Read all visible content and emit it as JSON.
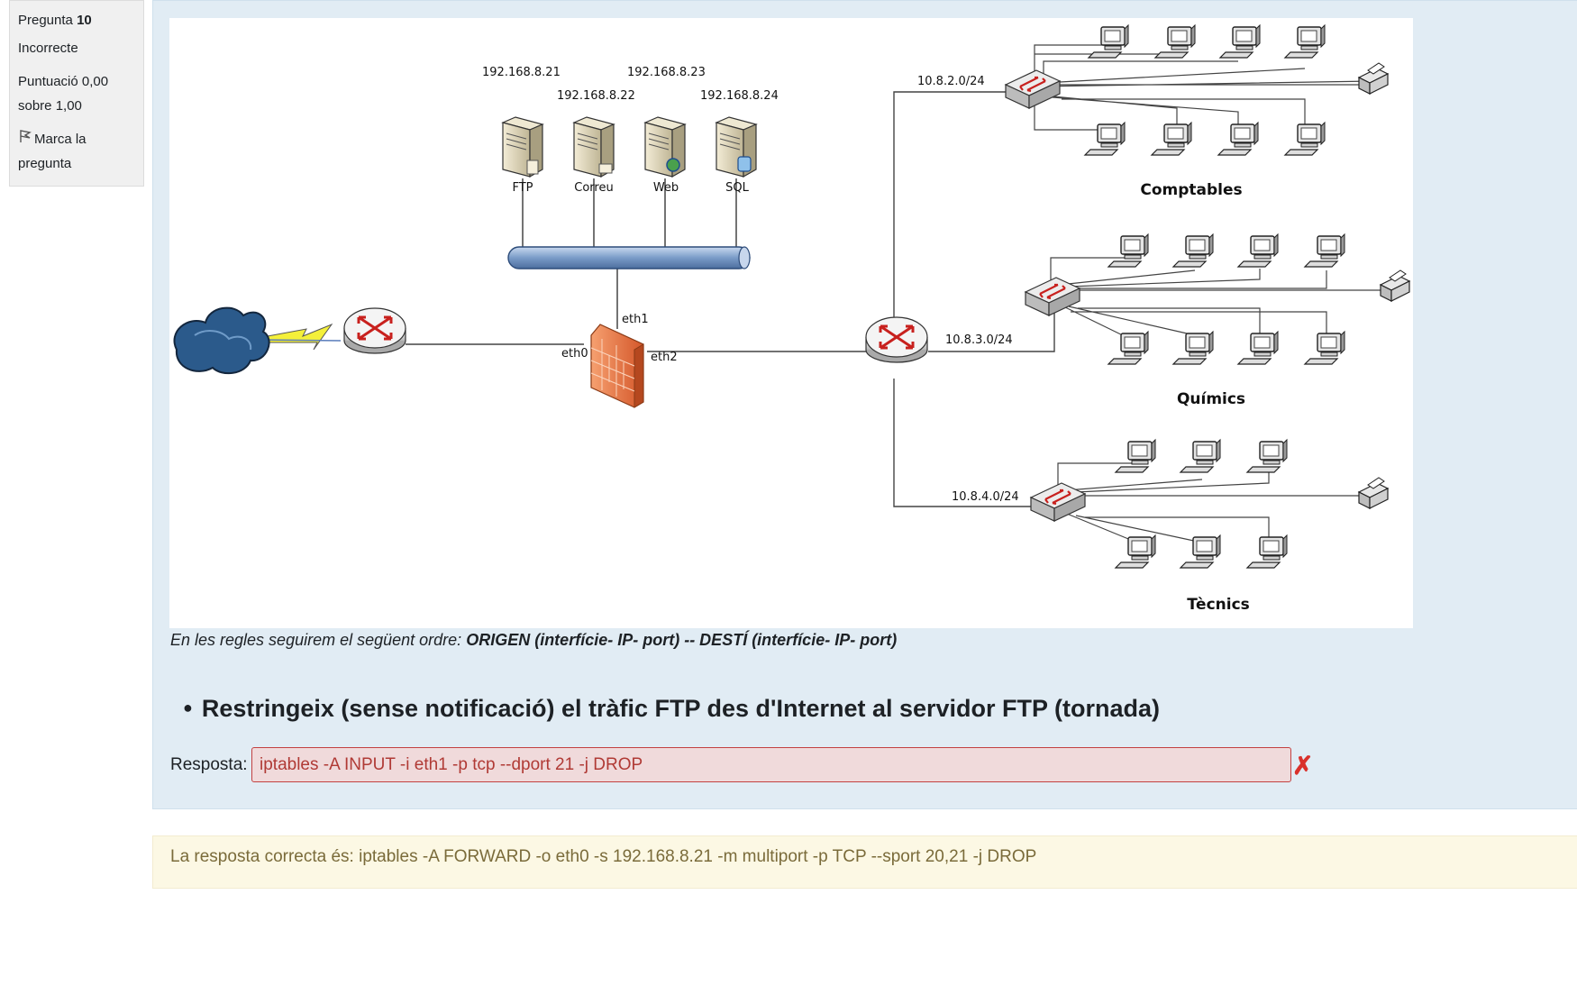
{
  "question": {
    "label": "Pregunta",
    "number": "10",
    "state": "Incorrecte",
    "grade_line1": "Puntuació 0,00",
    "grade_line2": "sobre 1,00",
    "flag_line1": "Marca la",
    "flag_line2": "pregunta"
  },
  "diagram": {
    "server_ips": [
      "192.168.8.21",
      "192.168.8.22",
      "192.168.8.23",
      "192.168.8.24"
    ],
    "server_names": [
      "FTP",
      "Correu",
      "Web",
      "SQL"
    ],
    "firewall_ifaces": [
      "eth0",
      "eth1",
      "eth2"
    ],
    "subnets": [
      "10.8.2.0/24",
      "10.8.3.0/24",
      "10.8.4.0/24"
    ],
    "groups": [
      "Comptables",
      "Químics",
      "Tècnics"
    ]
  },
  "order_text": {
    "prefix": "En les regles seguirem el següent ordre: ",
    "bold": "ORIGEN (interfície- IP- port) -- DESTÍ (interfície- IP- port)"
  },
  "task": "Restringeix (sense notificació) el tràfic FTP des d'Internet al servidor FTP (tornada)",
  "response": {
    "label": "Resposta:",
    "value": "iptables -A INPUT -i eth1 -p tcp --dport 21 -j DROP",
    "status_icon": "cross-icon"
  },
  "right_answer": "La resposta correcta és: iptables -A FORWARD -o eth0 -s 192.168.8.21 -m multiport -p TCP --sport 20,21 -j DROP",
  "colors": {
    "panel_bg": "#e1ecf4",
    "error_bg": "#f0dadb",
    "error_text": "#b03a35",
    "feedback_bg": "#fcf8e4"
  }
}
